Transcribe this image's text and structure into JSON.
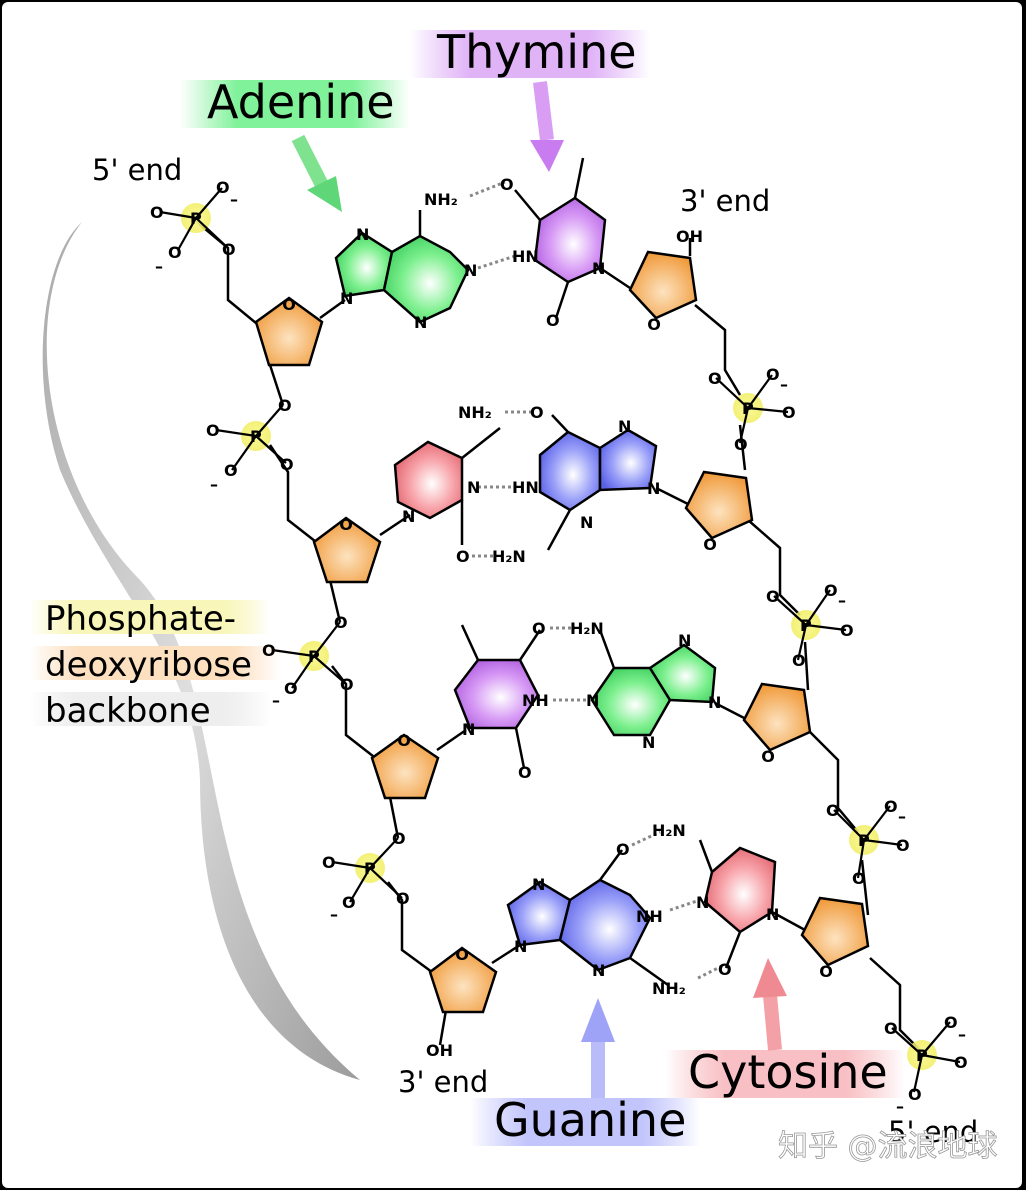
{
  "labels": {
    "adenine": "Adenine",
    "thymine": "Thymine",
    "guanine": "Guanine",
    "cytosine": "Cytosine",
    "backbone_line1": "Phosphate-",
    "backbone_line2": "deoxyribose",
    "backbone_line3": "backbone",
    "end5_top": "5' end",
    "end3_top": "3' end",
    "end3_bottom": "3' end",
    "end5_bottom": "5' end"
  },
  "atoms": {
    "P": "P",
    "O": "O",
    "N": "N",
    "minus": "–",
    "NH2": "NH₂",
    "H2N": "H₂N",
    "NH": "NH",
    "HN": "HN",
    "OH": "OH"
  },
  "watermark": "知乎 @流浪地球",
  "colors": {
    "adenine": "#5fe37a",
    "thymine": "#cc7ef0",
    "guanine": "#7d83f5",
    "cytosine": "#f58a92",
    "sugar": "#f5a84e",
    "phosphate": "#f3f066",
    "backbone_brace": "#909090"
  }
}
